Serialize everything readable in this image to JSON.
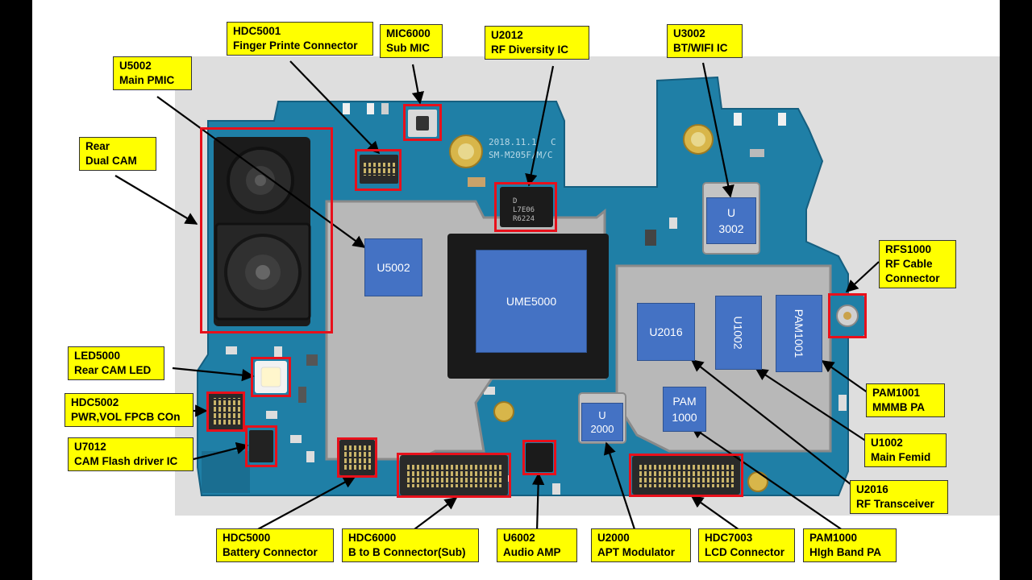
{
  "colors": {
    "page_frame": "#000000",
    "photo_background": "#dedede",
    "pcb": "#1f7fa6",
    "shield": "#b8b8b8",
    "chip": "#4472c4",
    "label_fill": "#ffff00",
    "highlight": "#e8101b"
  },
  "chips": {
    "u5002": "U5002",
    "ume5000": "UME5000",
    "u2016": "U2016",
    "u1002": "U1002",
    "pam1001": "PAM1001",
    "pam1000_line1": "PAM",
    "pam1000_line2": "1000",
    "u3002_line1": "U",
    "u3002_line2": "3002",
    "u2000_line1": "U",
    "u2000_line2": "2000"
  },
  "silkscreen": {
    "date": "2018.11.1",
    "model": "SM-M205F/M/C",
    "chip_marking_1": "L7E06",
    "chip_marking_2": "R6224"
  },
  "labels": {
    "hdc5001": {
      "line1": "HDC5001",
      "line2": "Finger Printe Connector"
    },
    "mic6000": {
      "line1": "MIC6000",
      "line2": "Sub MIC"
    },
    "u2012": {
      "line1": "U2012",
      "line2": "RF Diversity IC"
    },
    "u3002": {
      "line1": "U3002",
      "line2": "BT/WIFI IC"
    },
    "u5002": {
      "line1": "U5002",
      "line2": "Main PMIC"
    },
    "rear_cam": {
      "line1": "Rear",
      "line2": "Dual CAM"
    },
    "rfs1000": {
      "line1": "RFS1000",
      "line2": "RF Cable",
      "line3": "Connector"
    },
    "led5000": {
      "line1": "LED5000",
      "line2": "Rear CAM LED"
    },
    "hdc5002": {
      "line1": "HDC5002",
      "line2": "PWR,VOL FPCB COn"
    },
    "u7012": {
      "line1": "U7012",
      "line2": "CAM Flash driver IC"
    },
    "pam1001": {
      "line1": "PAM1001",
      "line2": "MMMB PA"
    },
    "u1002": {
      "line1": "U1002",
      "line2": "Main Femid"
    },
    "u2016": {
      "line1": "U2016",
      "line2": "RF Transceiver"
    },
    "hdc5000": {
      "line1": "HDC5000",
      "line2": "Battery Connector"
    },
    "hdc6000": {
      "line1": "HDC6000",
      "line2": "B to B Connector(Sub)"
    },
    "u6002": {
      "line1": "U6002",
      "line2": "Audio AMP"
    },
    "u2000": {
      "line1": "U2000",
      "line2": "APT Modulator"
    },
    "hdc7003": {
      "line1": "HDC7003",
      "line2": "LCD Connector"
    },
    "pam1000": {
      "line1": "PAM1000",
      "line2": "HIgh Band PA"
    }
  }
}
